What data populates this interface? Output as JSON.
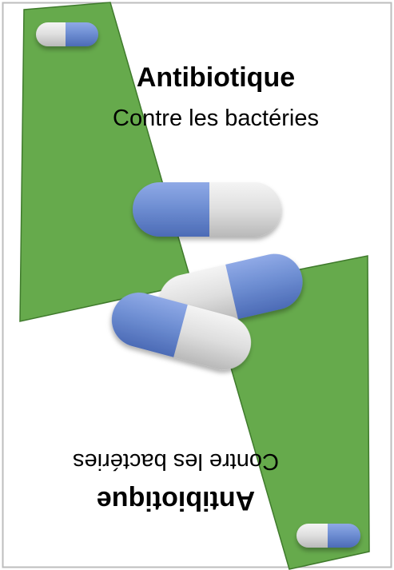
{
  "top_label": {
    "title": "Antibiotique",
    "subtitle": "Contre les bactéries"
  },
  "bottom_label": {
    "title": "Antibiotique",
    "subtitle": "Contre les bactéries"
  },
  "colors": {
    "band_green": "#66aa4c",
    "band_stroke": "#3f7a2c",
    "capsule_blue": "#6f8fd3",
    "capsule_white": "#dcdcdc",
    "frame_border": "#bdbdbd"
  }
}
